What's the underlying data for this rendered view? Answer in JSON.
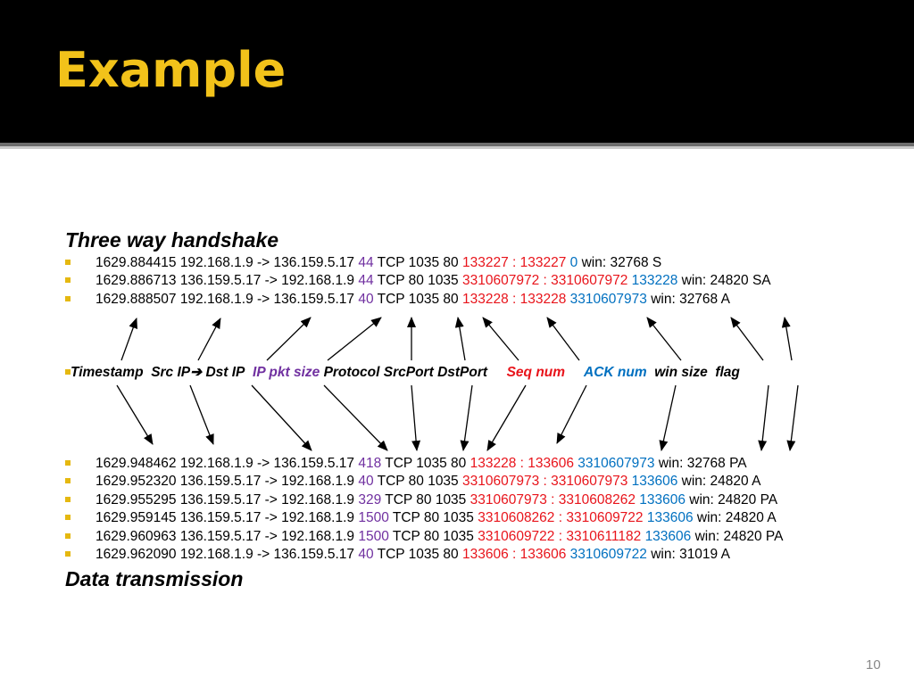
{
  "title": "Example",
  "colors": {
    "accent": "#f2c21a",
    "bullet": "#e5b810",
    "purple": "#7030a0",
    "red": "#e8141b",
    "blue": "#0070c0"
  },
  "section1_title": "Three way handshake",
  "handshake": [
    {
      "pre": "1629.884415 192.168.1.9 -> 136.159.5.17 ",
      "size": "44",
      "mid": " TCP 1035 80 ",
      "seq": "133227 : 133227",
      "gap": " ",
      "ack": "0",
      "post": " win: 32768 S"
    },
    {
      "pre": "1629.886713 136.159.5.17 -> 192.168.1.9 ",
      "size": "44",
      "mid": " TCP 80 1035 ",
      "seq": "3310607972 : 3310607972",
      "gap": " ",
      "ack": "133228",
      "post": " win: 24820 SA"
    },
    {
      "pre": "1629.888507 192.168.1.9 -> 136.159.5.17 ",
      "size": "40",
      "mid": " TCP 1035 80 ",
      "seq": "133228 : 133228",
      "gap": " ",
      "ack": "3310607973",
      "post": " win: 32768 A"
    }
  ],
  "legend": {
    "timestamp": "Timestamp",
    "src_ip": "Src IP",
    "arrow": "➔",
    "dst_ip": "Dst IP",
    "pkt_size": "IP pkt size",
    "protocol": "Protocol",
    "srcport": "SrcPort",
    "dstport": "DstPort",
    "seq": "Seq num",
    "ack": "ACK num",
    "win": "win size",
    "flag": "flag"
  },
  "data": [
    {
      "pre": "1629.948462 192.168.1.9 -> 136.159.5.17 ",
      "size": "418",
      "mid": " TCP 1035 80 ",
      "seq": "133228 : 133606",
      "gap": " ",
      "ack": "3310607973",
      "post": " win: 32768 PA"
    },
    {
      "pre": "1629.952320 136.159.5.17 -> 192.168.1.9 ",
      "size": "40",
      "mid": " TCP 80 1035 ",
      "seq": "3310607973 : 3310607973",
      "gap": " ",
      "ack": "133606",
      "post": " win: 24820 A"
    },
    {
      "pre": "1629.955295 136.159.5.17 -> 192.168.1.9 ",
      "size": "329",
      "mid": " TCP 80 1035 ",
      "seq": "3310607973 : 3310608262",
      "gap": " ",
      "ack": "133606",
      "post": " win: 24820 PA"
    },
    {
      "pre": "1629.959145 136.159.5.17 -> 192.168.1.9 ",
      "size": "1500",
      "mid": " TCP 80 1035 ",
      "seq": "3310608262 : 3310609722",
      "gap": " ",
      "ack": "133606",
      "post": " win: 24820 A"
    },
    {
      "pre": "1629.960963 136.159.5.17 -> 192.168.1.9 ",
      "size": "1500",
      "mid": " TCP 80 1035 ",
      "seq": "3310609722 : 3310611182",
      "gap": " ",
      "ack": "133606",
      "post": " win: 24820 PA"
    },
    {
      "pre": "1629.962090 192.168.1.9 -> 136.159.5.17 ",
      "size": "40",
      "mid": " TCP 1035 80 ",
      "seq": "133606 : 133606",
      "gap": " ",
      "ack": "3310609722",
      "post": " win: 31019 A"
    }
  ],
  "section2_title": "Data transmission",
  "page_number": "10"
}
